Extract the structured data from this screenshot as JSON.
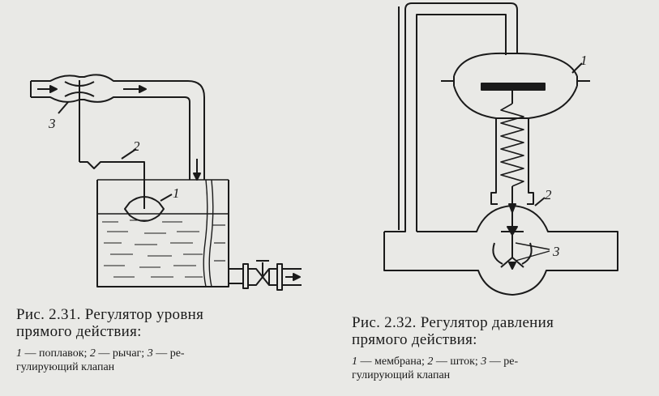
{
  "figure_1": {
    "caption_title_line1": "Рис. 2.31. Регулятор уровня",
    "caption_title_line2": "прямого действия:",
    "legend_line1_n1": "1",
    "legend_line1_t1": " — поплавок;  ",
    "legend_line1_n2": "2",
    "legend_line1_t2": " — рычаг;  ",
    "legend_line1_n3": "3",
    "legend_line1_t3": " — ре-",
    "legend_line2": "гулирующий клапан",
    "labels": {
      "float": "1",
      "lever": "2",
      "valve": "3"
    }
  },
  "figure_2": {
    "caption_title_line1": "Рис. 2.32. Регулятор давления",
    "caption_title_line2": "прямого действия:",
    "legend_line1_n1": "1",
    "legend_line1_t1": " — мембрана;  ",
    "legend_line1_n2": "2",
    "legend_line1_t2": " — шток;  ",
    "legend_line1_n3": "3",
    "legend_line1_t3": " — ре-",
    "legend_line2": "гулирующий клапан",
    "labels": {
      "membrane": "1",
      "stem": "2",
      "valve": "3"
    }
  },
  "colors": {
    "ink": "#1a1a1a",
    "paper": "#e9e9e6"
  }
}
